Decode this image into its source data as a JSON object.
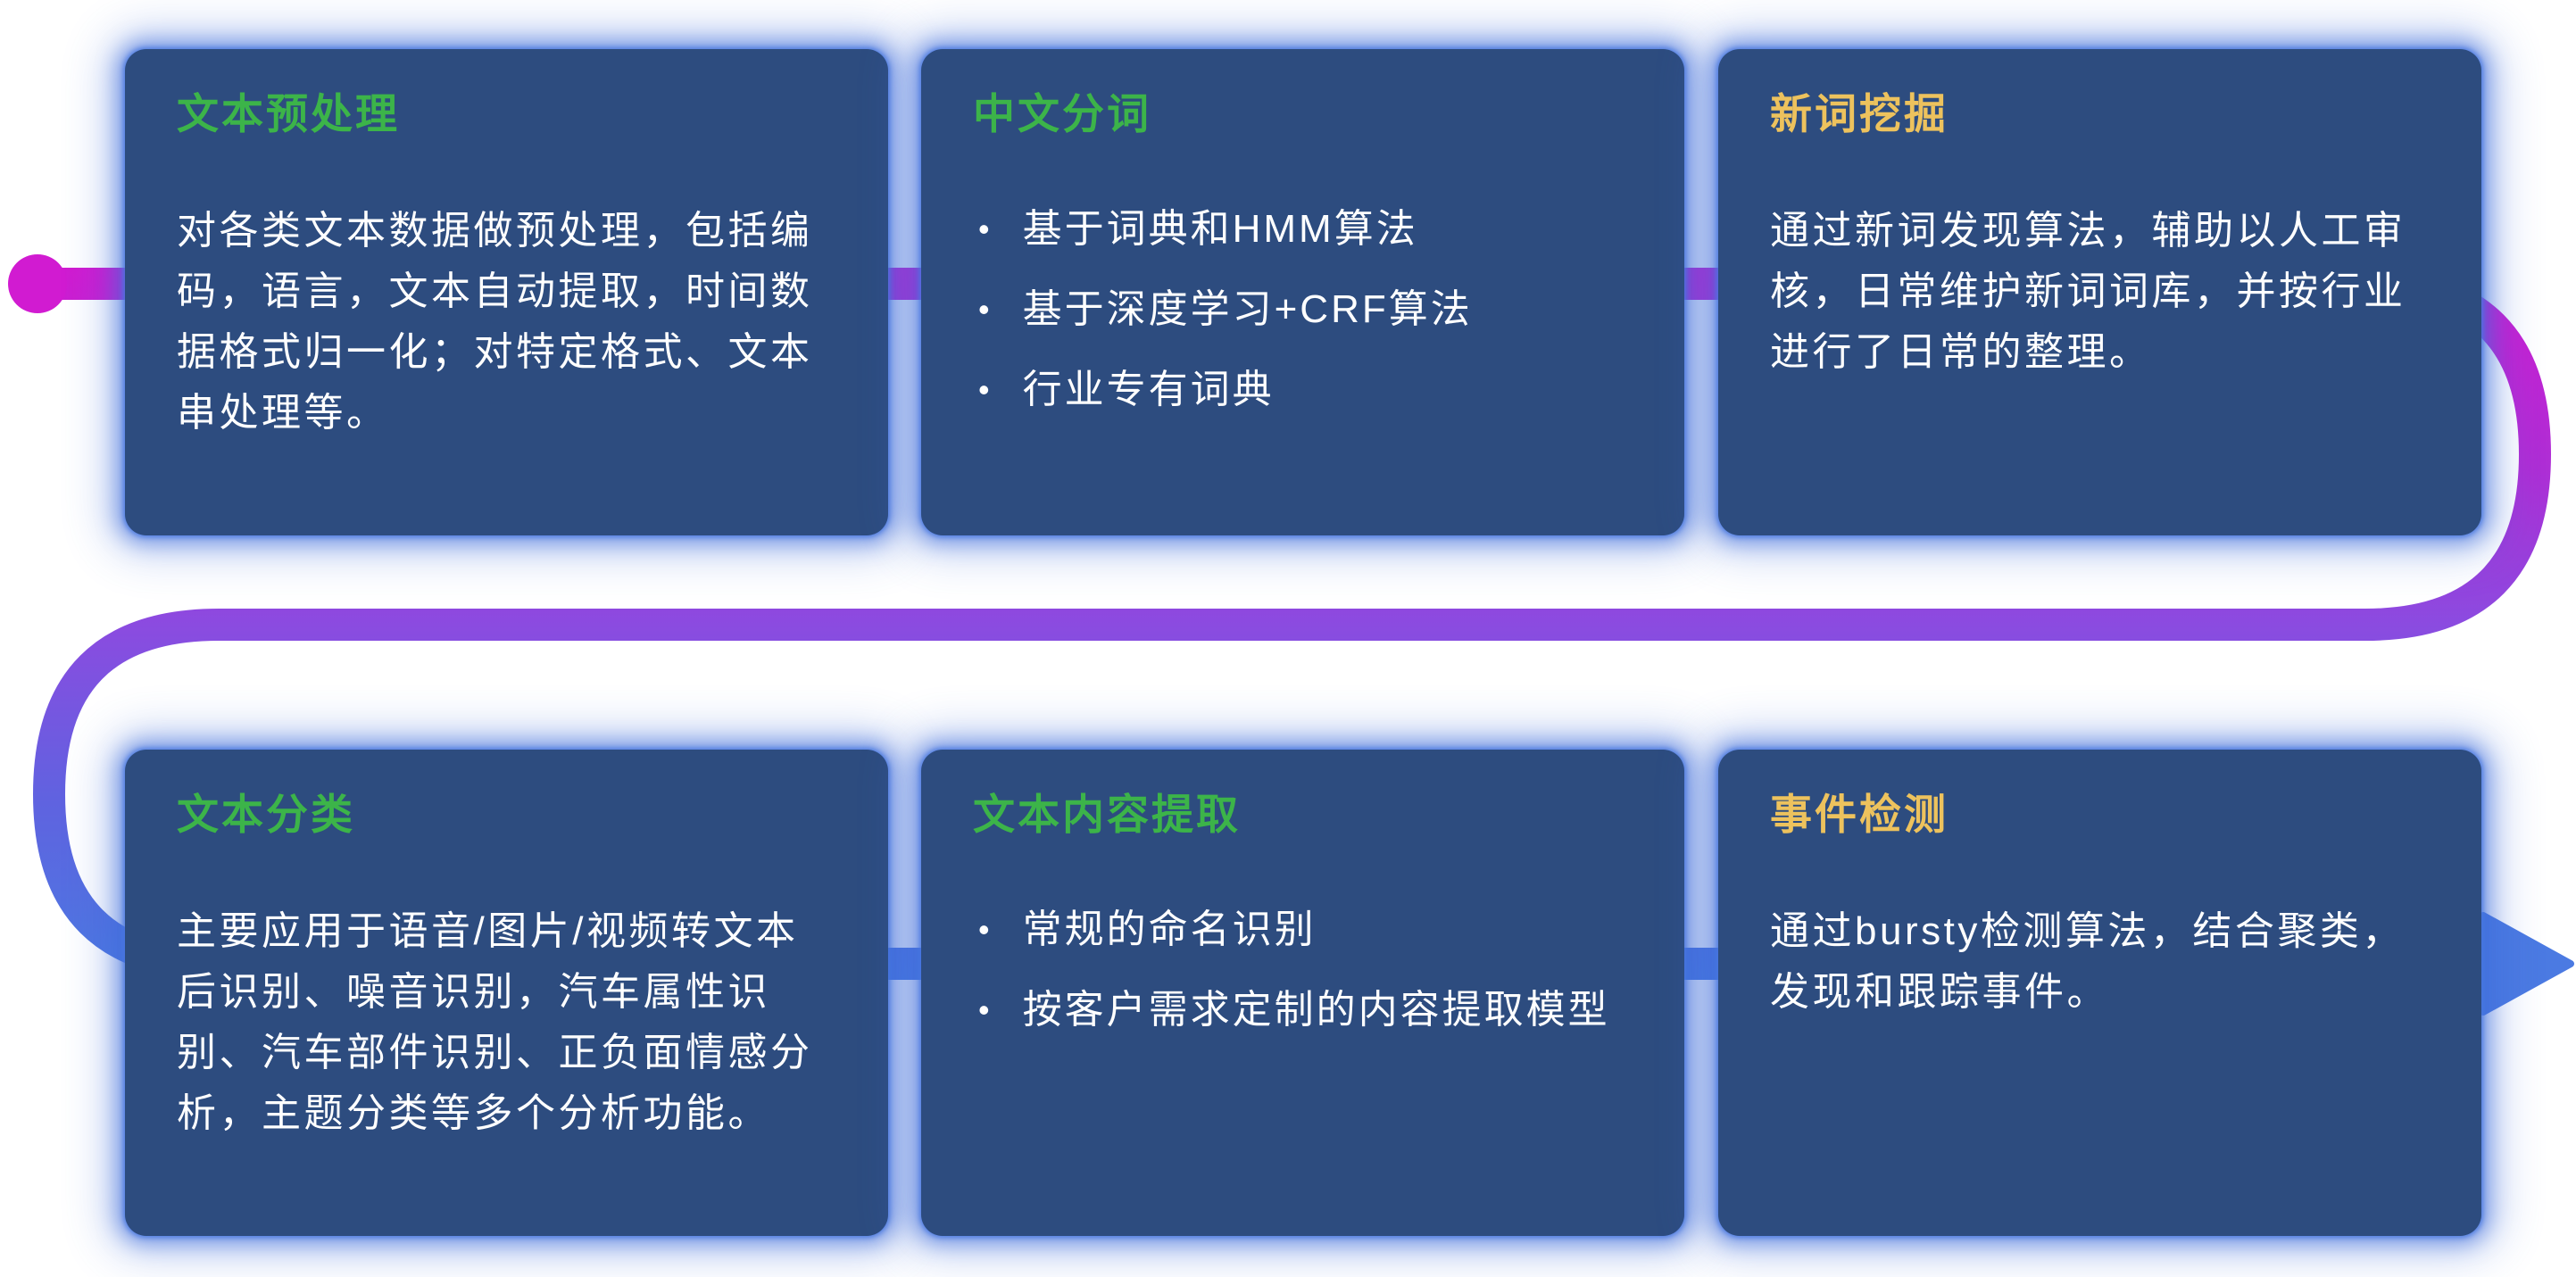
{
  "palette": {
    "card_background": "#2d4c7f",
    "card_glow_blue": "#4070da",
    "title_green": "#3cb449",
    "title_yellow": "#edc25d",
    "body_text": "#ffffff",
    "flow_start_magenta": "#d11bd1",
    "flow_mid_purple": "#8b4be0",
    "flow_end_blue": "#4b7ae2"
  },
  "flow": {
    "start_marker": "magenta-dot",
    "end_marker": "blue-arrow-right",
    "order": [
      "文本预处理",
      "中文分词",
      "新词挖掘",
      "文本分类",
      "文本内容提取",
      "事件检测"
    ]
  },
  "cards": [
    {
      "title": "文本预处理",
      "title_color": "green",
      "type": "paragraph",
      "body": "对各类文本数据做预处理，包括编码，语言，文本自动提取，时间数据格式归一化；对特定格式、文本串处理等。"
    },
    {
      "title": "中文分词",
      "title_color": "green",
      "type": "bullets",
      "bullets": [
        "基于词典和HMM算法",
        "基于深度学习+CRF算法",
        "行业专有词典"
      ]
    },
    {
      "title": "新词挖掘",
      "title_color": "yellow",
      "type": "paragraph",
      "body": "通过新词发现算法，辅助以人工审核，日常维护新词词库，并按行业进行了日常的整理。"
    },
    {
      "title": "文本分类",
      "title_color": "green",
      "type": "paragraph",
      "body": "主要应用于语音/图片/视频转文本后识别、噪音识别，汽车属性识别、汽车部件识别、正负面情感分析，主题分类等多个分析功能。"
    },
    {
      "title": "文本内容提取",
      "title_color": "green",
      "type": "bullets",
      "bullets": [
        "常规的命名识别",
        "按客户需求定制的内容提取模型"
      ]
    },
    {
      "title": "事件检测",
      "title_color": "yellow",
      "type": "paragraph",
      "body": "通过bursty检测算法，结合聚类，发现和跟踪事件。"
    }
  ]
}
